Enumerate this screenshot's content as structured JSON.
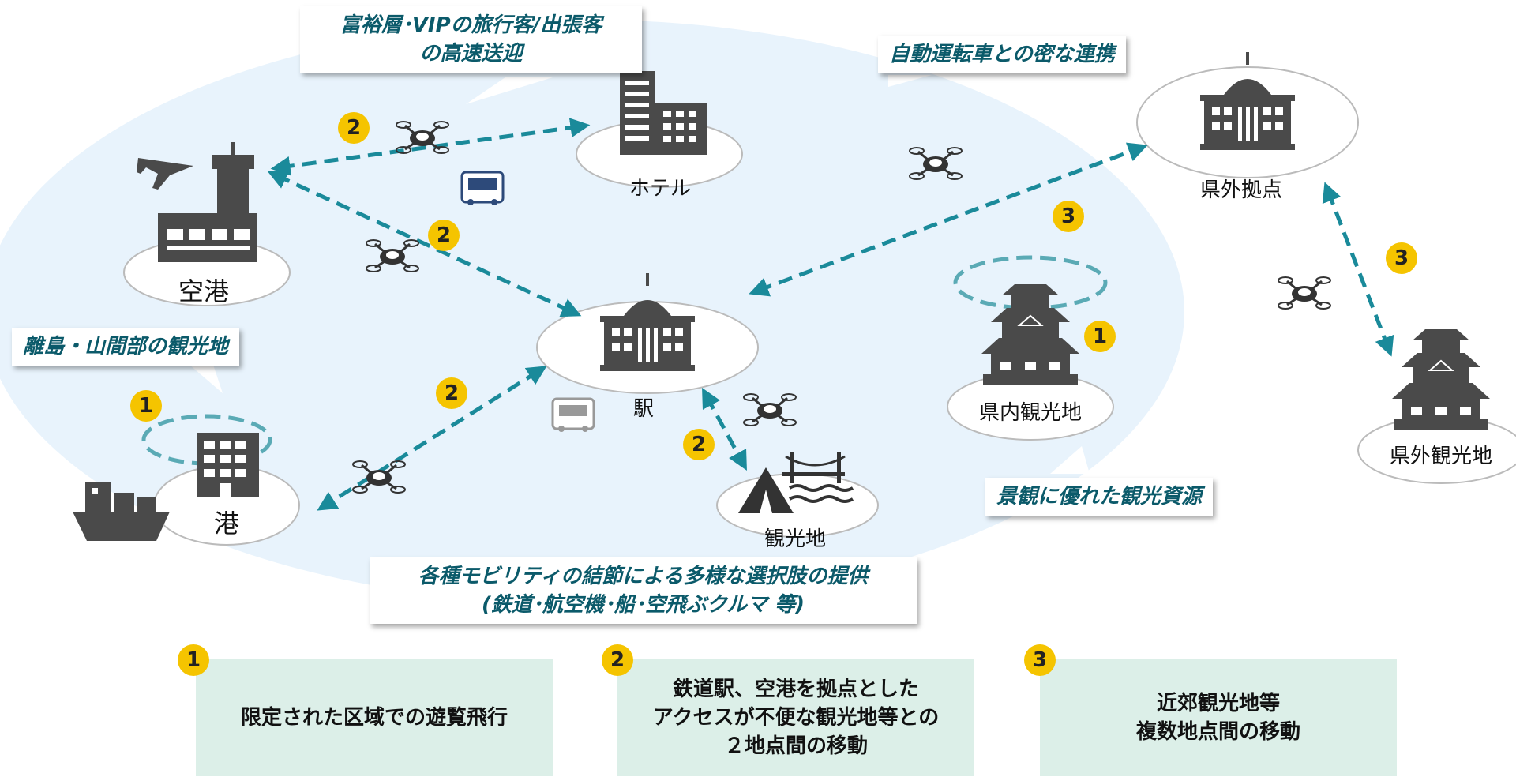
{
  "callouts": {
    "vip": "富裕層･VIPの旅行客/出張客\nの高速送迎",
    "autonomous": "自動運転車との密な連携",
    "islands": "離島・山間部の観光地",
    "scenery": "景観に優れた観光資源",
    "modes": "各種モビリティの結節による多様な選択肢の提供\n(鉄道･航空機･船･空飛ぶクルマ 等)"
  },
  "nodes": {
    "hotel": "ホテル",
    "airport": "空港",
    "station": "駅",
    "port": "港",
    "sightseeing": "観光地",
    "pref_inner_sight": "県内観光地",
    "pref_outer_base": "県外拠点",
    "pref_outer_sight": "県外観光地"
  },
  "badges": {
    "one": "1",
    "two": "2",
    "three": "3"
  },
  "legend": [
    {
      "number": "1",
      "text": "限定された区域での遊覧飛行"
    },
    {
      "number": "2",
      "text": "鉄道駅、空港を拠点とした\nアクセスが不便な観光地等との\n２地点間の移動"
    },
    {
      "number": "3",
      "text": "近郊観光地等\n複数地点間の移動"
    }
  ],
  "colors": {
    "ellipse": "#e8f3fc",
    "route": "#1a8a9a",
    "badge": "#f5c400",
    "icon": "#4a4a4a",
    "legend_bg": "#dcefe8",
    "callout_text": "#0b5a6a"
  }
}
